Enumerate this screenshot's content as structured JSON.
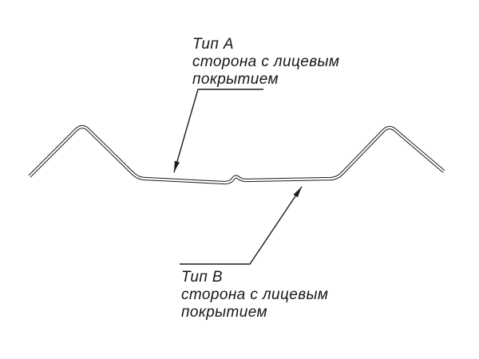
{
  "callouts": {
    "top": {
      "title": "Тип А",
      "line2": "сторона с лицевым",
      "line3": "покрытием"
    },
    "bottom": {
      "title": "Тип В",
      "line2": "сторона с лицевым",
      "line3": "покрытием"
    }
  },
  "colors": {
    "stroke": "#1c1c1c",
    "background": "#ffffff"
  }
}
